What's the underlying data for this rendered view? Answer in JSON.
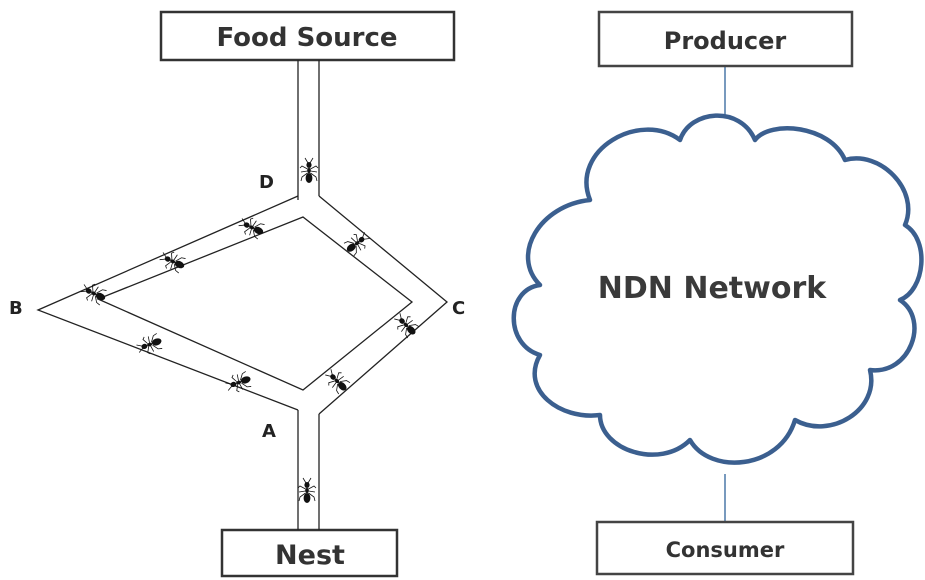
{
  "ant_colony": {
    "food_source_label": "Food Source",
    "nest_label": "Nest",
    "node_a": "A",
    "node_b": "B",
    "node_c": "C",
    "node_d": "D",
    "ant_icon": "ant-icon",
    "ant_count": 10
  },
  "ndn": {
    "producer_label": "Producer",
    "consumer_label": "Consumer",
    "network_label": "NDN Network",
    "cloud_color": "#3b5f8f",
    "link_color": "#4a78a8"
  }
}
